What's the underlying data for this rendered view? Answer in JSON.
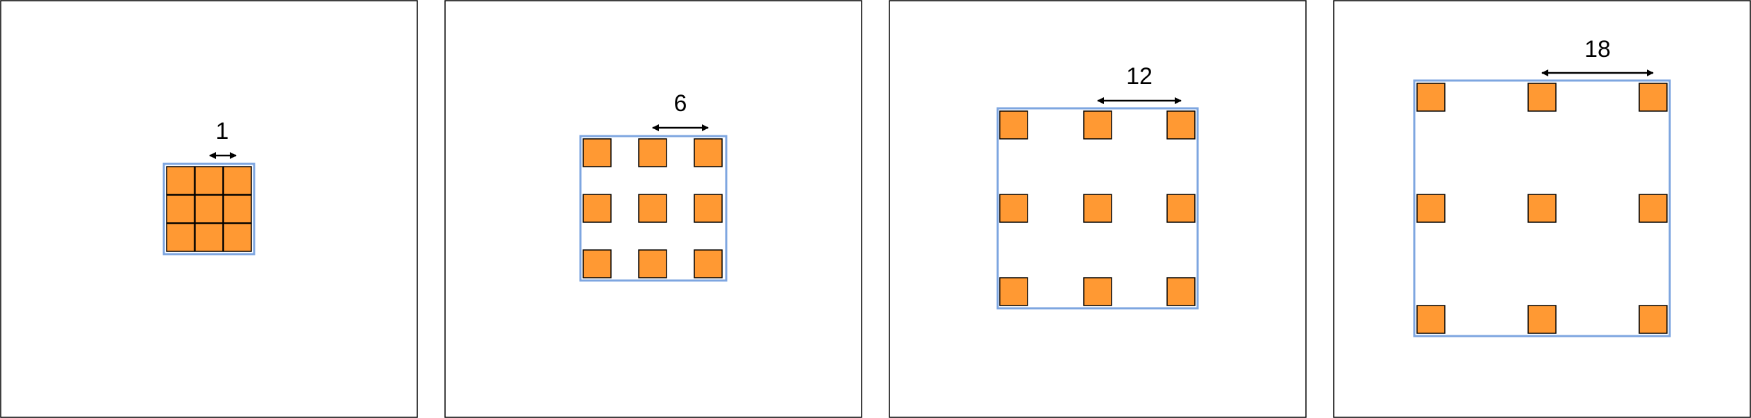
{
  "colors": {
    "panel_border": "#000000",
    "background": "#ffffff",
    "frame_outline": "#7ea6e0",
    "cell_fill": "#ff9933",
    "cell_stroke": "#000000",
    "arrow": "#000000",
    "label_text": "#000000"
  },
  "panels": [
    {
      "dilation_label": "1",
      "grid": "3x3"
    },
    {
      "dilation_label": "6",
      "grid": "3x3"
    },
    {
      "dilation_label": "12",
      "grid": "3x3"
    },
    {
      "dilation_label": "18",
      "grid": "3x3"
    }
  ]
}
